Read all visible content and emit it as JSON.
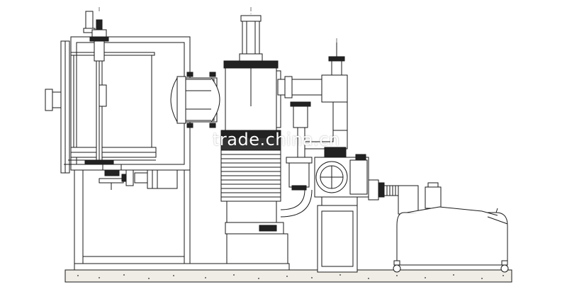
{
  "diagram": {
    "watermark": "trade.china.cn",
    "components": [
      "vacuum-chamber",
      "rotary-fixture",
      "gate-valve",
      "diffusion-pump",
      "roots-pump",
      "rotary-vane-pump",
      "bypass-piping",
      "machine-base"
    ],
    "colors": {
      "line": "#1a1a1a",
      "fill": "#ffffff",
      "dark_fill": "#222222",
      "floor": "#f0ede6",
      "watermark": "#ffffff"
    }
  }
}
